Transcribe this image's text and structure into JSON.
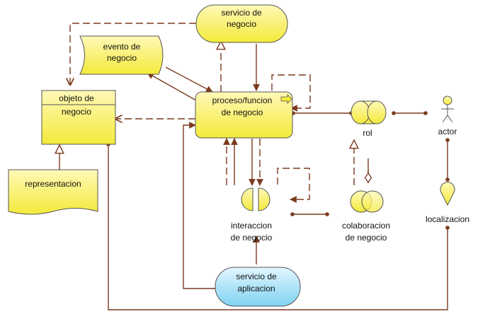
{
  "colors": {
    "business": "#f4ea3a",
    "business_light": "#fff9b8",
    "application": "#7fd3f2",
    "application_light": "#e3f6ff",
    "connector": "#7a3a1e",
    "outline": "#555555"
  },
  "nodes": {
    "servicio_negocio": {
      "line1": "servicio  de",
      "line2": "negocio",
      "icon": "service-shape"
    },
    "evento_negocio": {
      "line1": "evento de",
      "line2": "negocio",
      "icon": "event-shape"
    },
    "objeto_negocio": {
      "line1": "objeto de",
      "line2": "negocio",
      "icon": "object-shape"
    },
    "proceso_funcion": {
      "line1": "proceso/funcion",
      "line2": "de negocio",
      "icon": "process-arrow-icon"
    },
    "representacion": {
      "line1": "representacion",
      "icon": "representation-shape"
    },
    "interaccion_negocio": {
      "line1": "interaccion",
      "line2": "de negocio",
      "icon": "interaction-icon"
    },
    "rol": {
      "line1": "rol",
      "icon": "role-icon"
    },
    "colaboracion_negocio": {
      "line1": "colaboracion",
      "line2": "de negocio",
      "icon": "collaboration-icon"
    },
    "actor": {
      "line1": "actor",
      "icon": "actor-stick-figure-icon"
    },
    "localizacion": {
      "line1": "localizacion",
      "icon": "location-pin-icon"
    },
    "servicio_aplicacion": {
      "line1": "servicio de",
      "line2": "aplicacion",
      "icon": "service-shape"
    }
  }
}
